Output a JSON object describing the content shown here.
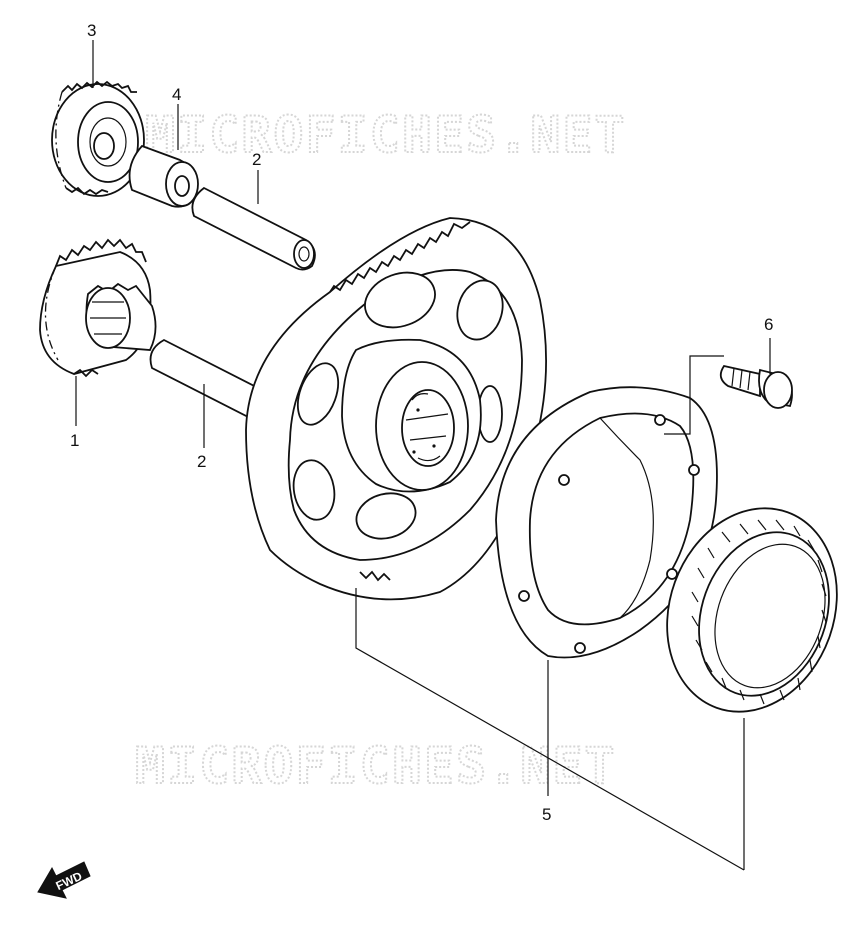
{
  "diagram": {
    "watermarks": [
      "MICROFICHES.NET",
      "MICROFICHES.NET"
    ],
    "direction_badge": {
      "text": "FWD",
      "icon": "fwd-arrow-icon"
    },
    "callouts": [
      {
        "id": "callout-1",
        "number": "1"
      },
      {
        "id": "callout-2-upper",
        "number": "2"
      },
      {
        "id": "callout-2-lower",
        "number": "2"
      },
      {
        "id": "callout-3",
        "number": "3"
      },
      {
        "id": "callout-4",
        "number": "4"
      },
      {
        "id": "callout-5",
        "number": "5"
      },
      {
        "id": "callout-6",
        "number": "6"
      }
    ]
  }
}
